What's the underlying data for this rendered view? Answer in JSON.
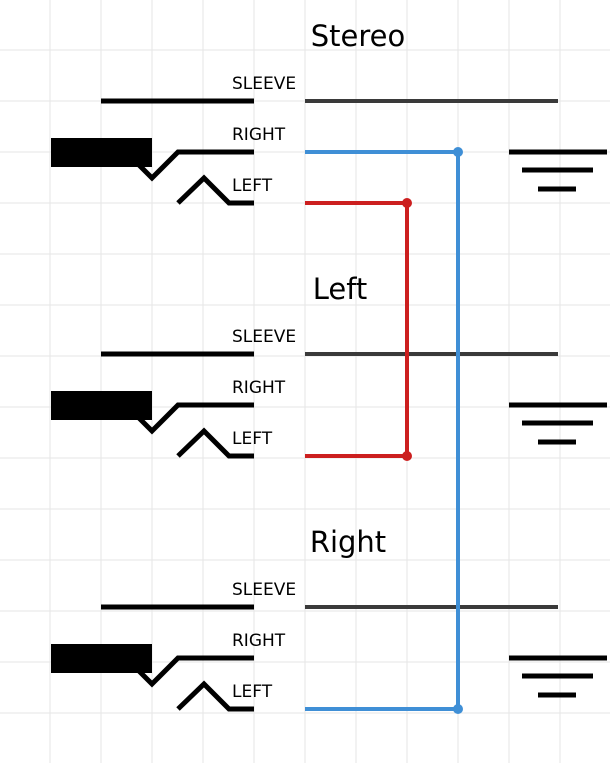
{
  "sections": [
    {
      "title": "Stereo",
      "labels": {
        "sleeve": "SLEEVE",
        "right": "RIGHT",
        "left": "LEFT"
      },
      "pin_state": {
        "sleeve": "connected",
        "right": "connected",
        "left": "connected"
      }
    },
    {
      "title": "Left",
      "labels": {
        "sleeve": "SLEEVE",
        "right": "RIGHT",
        "left": "LEFT"
      },
      "pin_state": {
        "sleeve": "connected",
        "right": "unconnected",
        "left": "connected"
      }
    },
    {
      "title": "Right",
      "labels": {
        "sleeve": "SLEEVE",
        "right": "RIGHT",
        "left": "LEFT"
      },
      "pin_state": {
        "sleeve": "connected",
        "right": "unconnected",
        "left": "connected"
      }
    }
  ],
  "colors": {
    "wire_left": "#cc1f1f",
    "wire_right": "#3f8fd6",
    "wire_ground": "#3a3a3a",
    "pin_connected": "#2fbf2f",
    "pin_unconnected": "#e06060",
    "grid": "#e6e6e6"
  }
}
